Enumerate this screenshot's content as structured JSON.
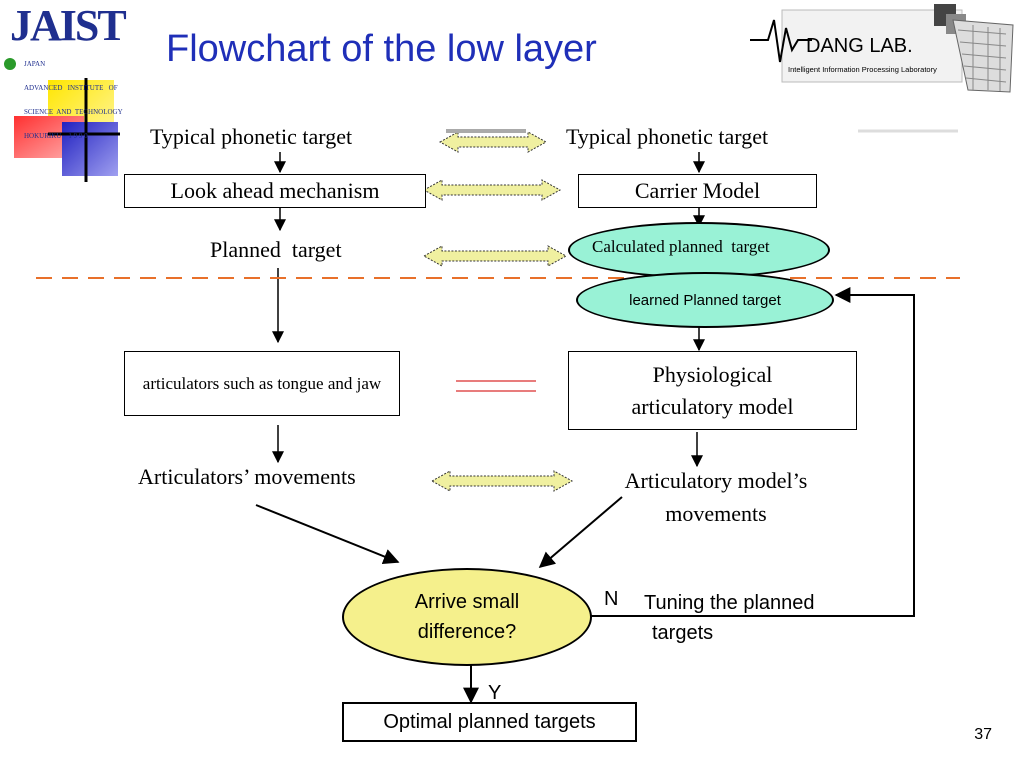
{
  "header": {
    "title": "Flowchart of the low layer",
    "logo_jaist_main": "JAIST",
    "logo_jaist_sub": [
      "JAPAN",
      "ADVANCED   INSTITUTE   OF",
      "SCIENCE  AND  TECHNOLOGY",
      "HOKURIKU    1 9 9 0"
    ],
    "logo_dang_main": "DANG LAB.",
    "logo_dang_sub": "Intelligent Information Processing Laboratory"
  },
  "left": {
    "target": "Typical phonetic target",
    "lookahead": "Look ahead mechanism",
    "planned": "Planned  target",
    "articulators": "articulators such as tongue and jaw",
    "movements": "Articulators’ movements"
  },
  "right": {
    "target": "Typical phonetic target",
    "carrier": "Carrier Model",
    "calculated": "Calculated planned  target",
    "learned": "learned Planned target",
    "physio_line1": "Physiological",
    "physio_line2": "articulatory model",
    "movements_line1": "Articulatory model’s",
    "movements_line2": "movements"
  },
  "decision": {
    "line1": "Arrive small",
    "line2": "difference?",
    "no_label": "N",
    "tuning_line1": "Tuning the planned",
    "tuning_line2": "targets",
    "yes_label": "Y",
    "optimal": "Optimal planned targets"
  },
  "footer": {
    "page_number": "37"
  },
  "colors": {
    "title": "#1f2fb8",
    "ellipse_teal": "#99f2d6",
    "ellipse_yellow": "#f5f08c",
    "arrow_fill": "#f0f0a0",
    "dash_orange": "#e8702a",
    "equal_red": "#e05050"
  }
}
